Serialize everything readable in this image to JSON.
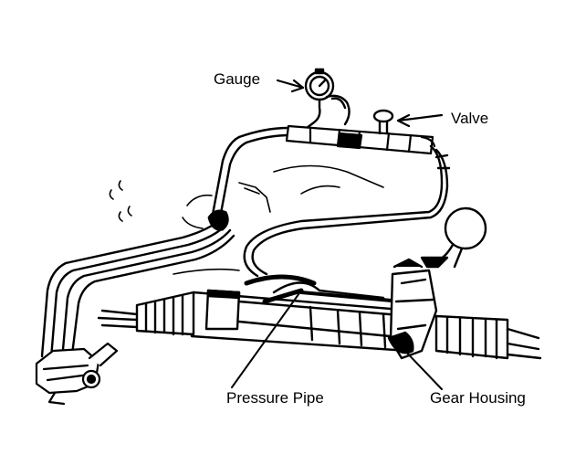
{
  "diagram": {
    "labels": {
      "gauge": "Gauge",
      "valve": "Valve",
      "pressure_pipe": "Pressure Pipe",
      "gear_housing": "Gear Housing"
    },
    "colors": {
      "ink": "#000000",
      "paper": "#ffffff"
    }
  }
}
